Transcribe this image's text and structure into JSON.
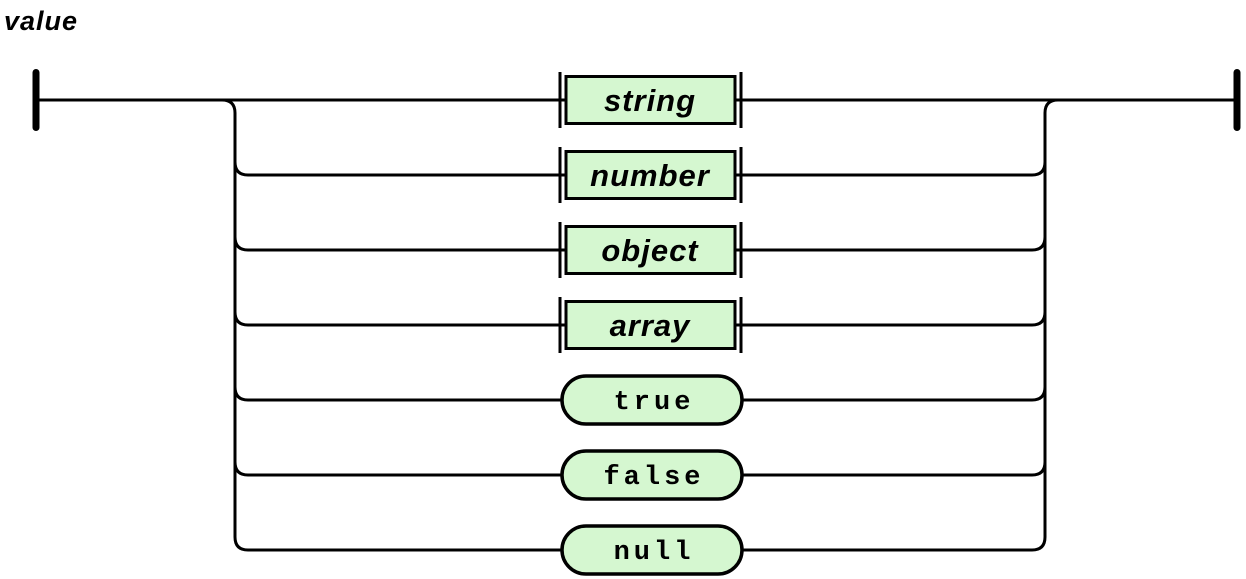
{
  "title": "value",
  "diagram": {
    "type": "railroad-syntax-diagram",
    "rule_name": "value",
    "alternatives": [
      {
        "label": "string",
        "kind": "nonterminal"
      },
      {
        "label": "number",
        "kind": "nonterminal"
      },
      {
        "label": "object",
        "kind": "nonterminal"
      },
      {
        "label": "array",
        "kind": "nonterminal"
      },
      {
        "label": "true",
        "kind": "terminal"
      },
      {
        "label": "false",
        "kind": "terminal"
      },
      {
        "label": "null",
        "kind": "terminal"
      }
    ],
    "colors": {
      "node_fill": "#d5f7d0",
      "line": "#000000",
      "background": "#ffffff"
    }
  }
}
